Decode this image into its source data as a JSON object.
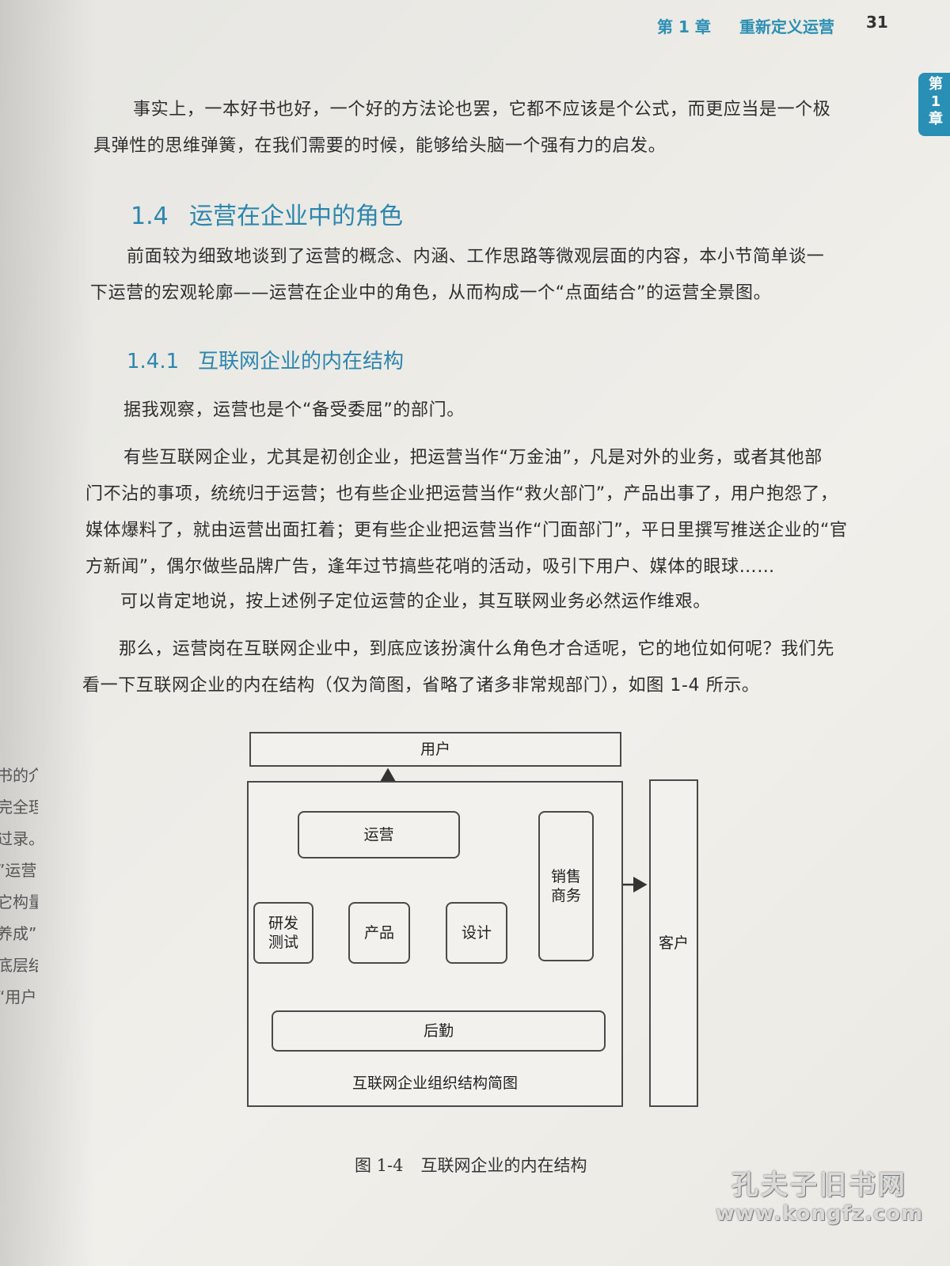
{
  "header": {
    "chapter": "第 1 章",
    "title": "重新定义运营",
    "page_number": "31"
  },
  "thumb_tab": [
    "第",
    "1",
    "章"
  ],
  "prev_page_fragments": [
    "书的介绍",
    "完全理解",
    "",
    "过录。本",
    "”运营",
    "它构量",
    "养成”",
    "底层结",
    "“用户"
  ],
  "intro_paragraph": [
    "事实上，一本好书也好，一个好的方法论也罢，它都不应该是个公式，而更应当是一个极",
    "具弹性的思维弹簧，在我们需要的时候，能够给头脑一个强有力的启发。"
  ],
  "section": {
    "number": "1.4",
    "title": "运营在企业中的角色"
  },
  "section_paragraph": [
    "前面较为细致地谈到了运营的概念、内涵、工作思路等微观层面的内容，本小节简单谈一",
    "下运营的宏观轮廓——运营在企业中的角色，从而构成一个“点面结合”的运营全景图。"
  ],
  "subsection": {
    "number": "1.4.1",
    "title": "互联网企业的内在结构"
  },
  "p1": [
    "据我观察，运营也是个“备受委屈”的部门。"
  ],
  "p2": [
    "有些互联网企业，尤其是初创企业，把运营当作“万金油”，凡是对外的业务，或者其他部",
    "门不沾的事项，统统归于运营；也有些企业把运营当作“救火部门”，产品出事了，用户抱怨了，",
    "媒体爆料了，就由运营出面扛着；更有些企业把运营当作“门面部门”，平日里撰写推送企业的“官",
    "方新闻”，偶尔做些品牌广告，逢年过节搞些花哨的活动，吸引下用户、媒体的眼球……"
  ],
  "p3": [
    "可以肯定地说，按上述例子定位运营的企业，其互联网业务必然运作维艰。"
  ],
  "p4": [
    "那么，运营岗在互联网企业中，到底应该扮演什么角色才合适呢，它的地位如何呢？我们先",
    "看一下互联网企业的内在结构（仅为简图，省略了诸多非常规部门），如图 1-4 所示。"
  ],
  "figure": {
    "user": "用户",
    "operation": "运营",
    "sales": "销售\n商务",
    "rd": "研发\n测试",
    "product": "产品",
    "design": "设计",
    "backend": "后勤",
    "customer": "客户",
    "org_label": "互联网企业组织结构简图",
    "caption_label": "图 1-4",
    "caption_text": "互联网企业的内在结构"
  },
  "watermark": {
    "line1": "孔夫子旧书网",
    "line2": "www.kongfz.com"
  },
  "colors": {
    "accent": "#2c86ad",
    "tab": "#2a8fb5",
    "text": "#2f2f2f"
  }
}
